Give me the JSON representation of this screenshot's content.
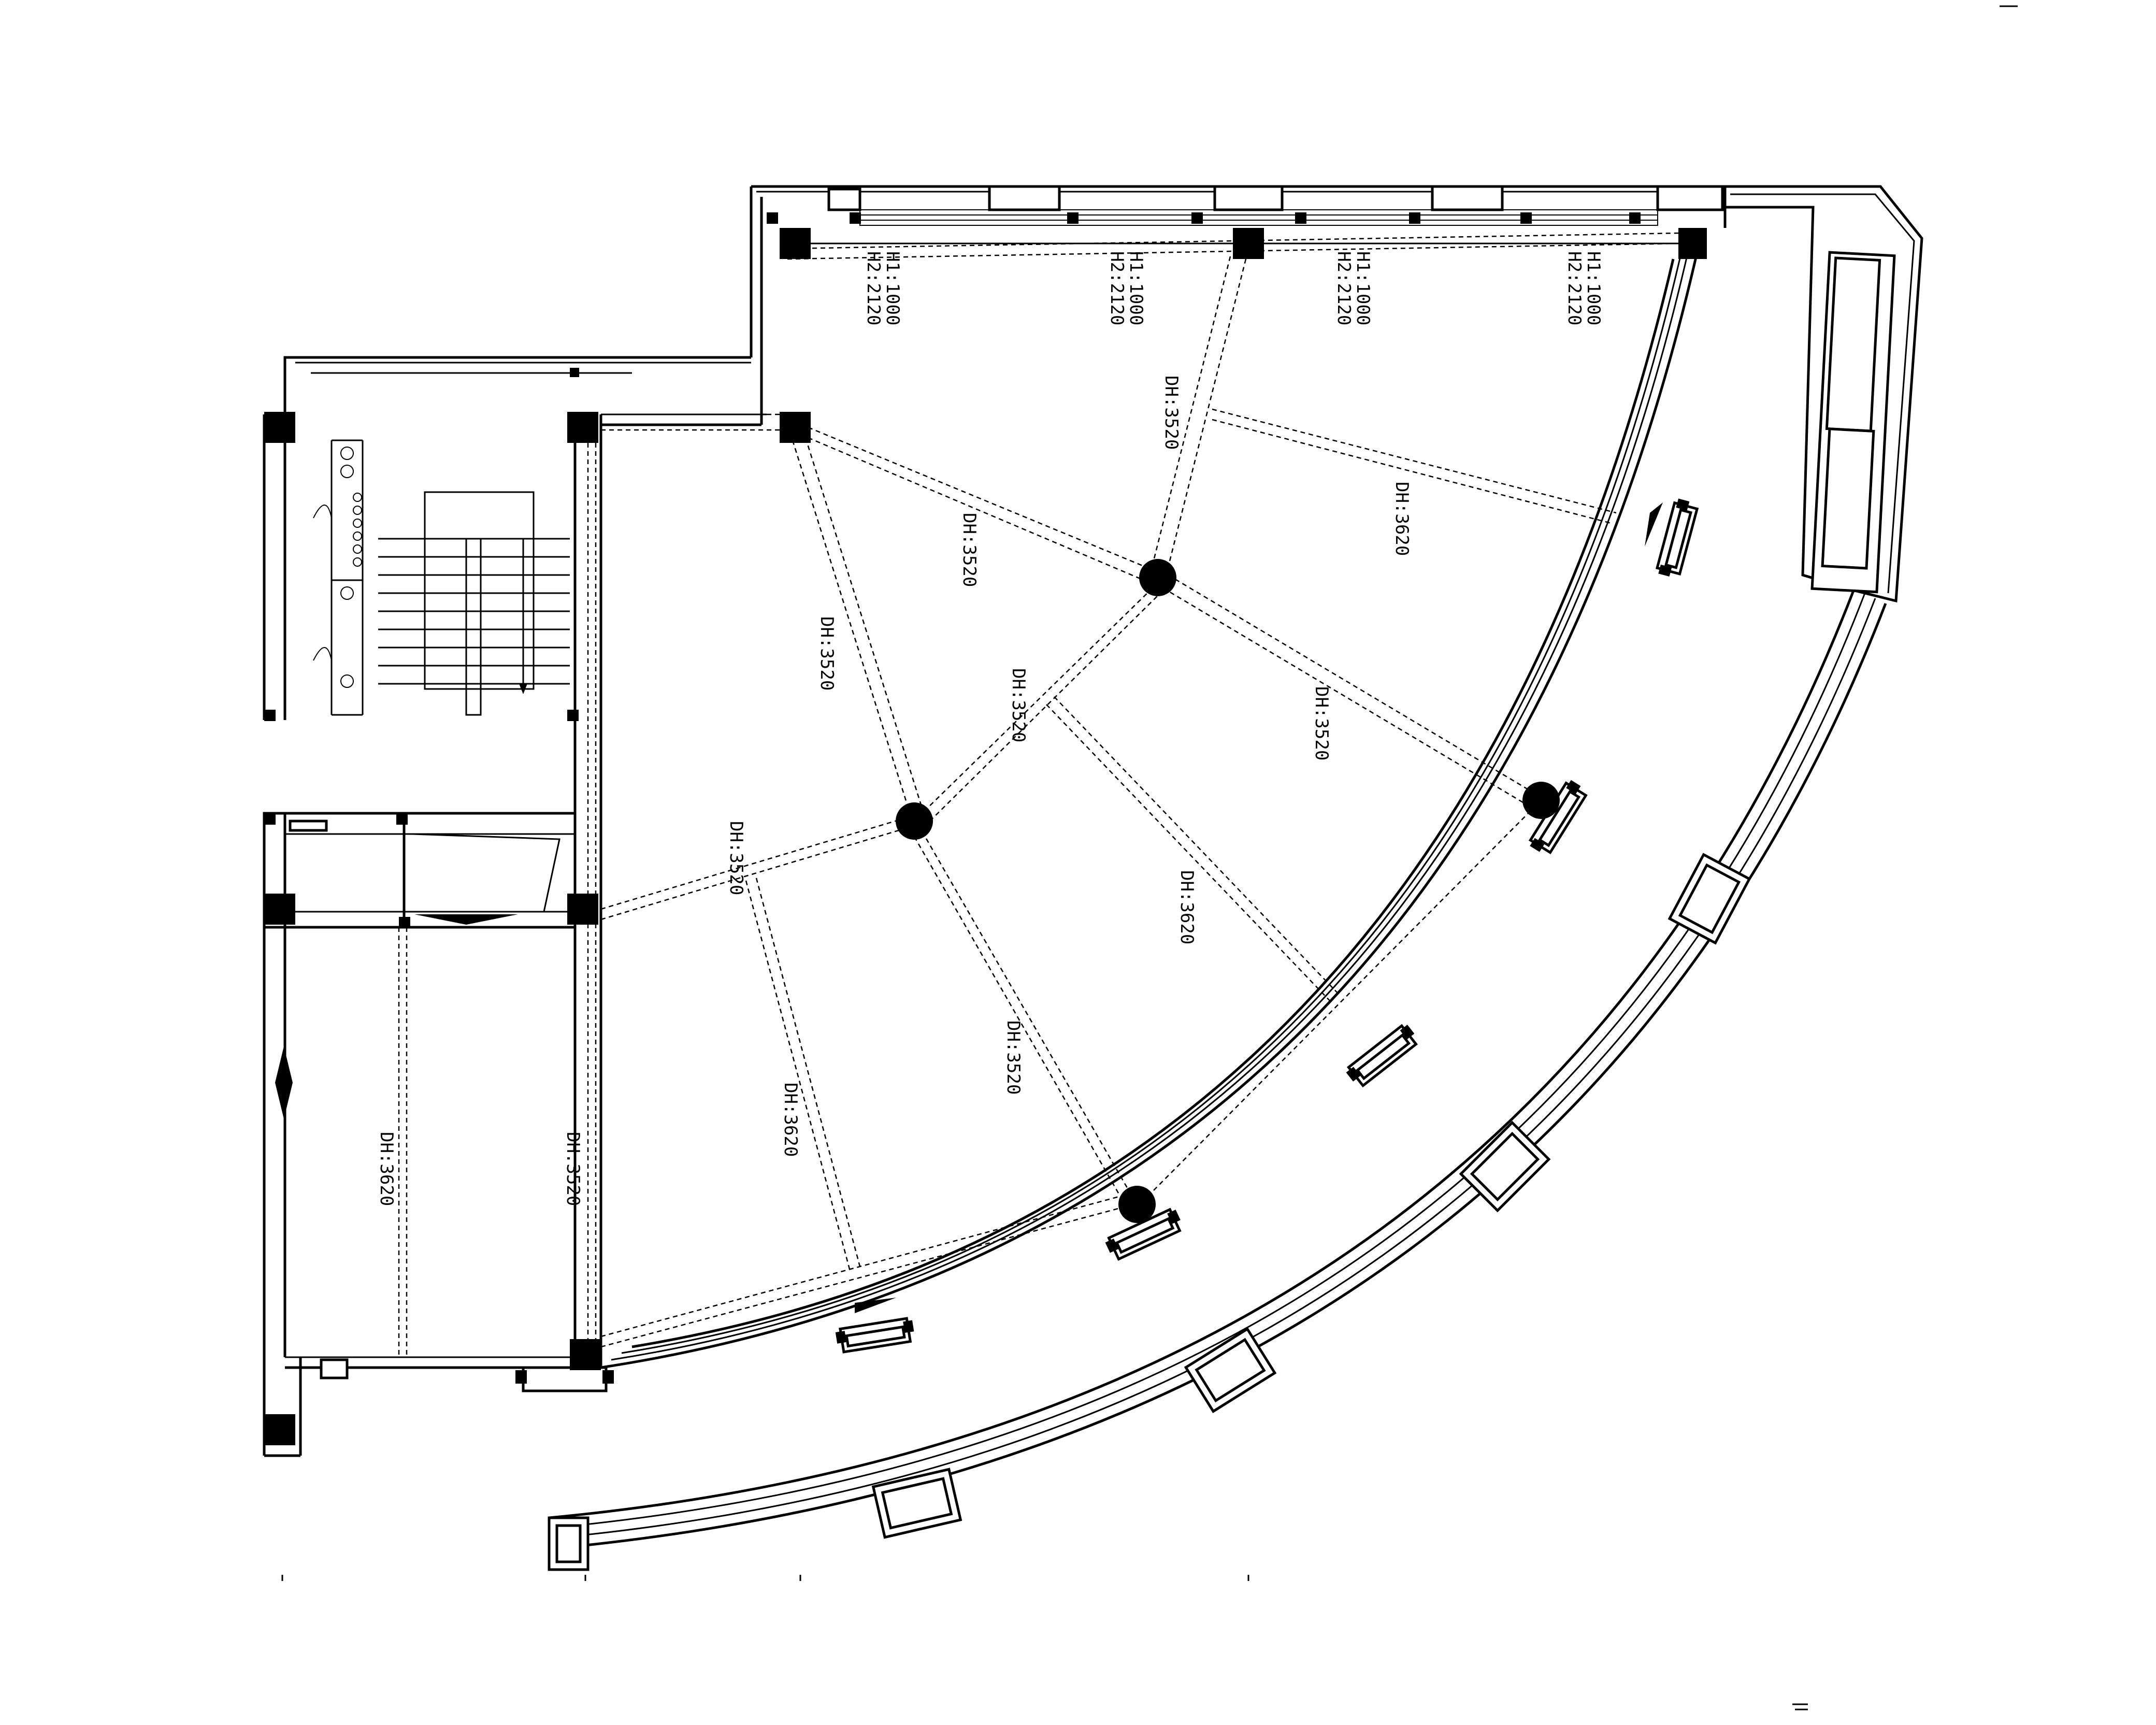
{
  "plan": {
    "window_labels": [
      {
        "h1": "H1:1000",
        "h2": "H2:2120"
      },
      {
        "h1": "H1:1000",
        "h2": "H2:2120"
      },
      {
        "h1": "H1:1000",
        "h2": "H2:2120"
      },
      {
        "h1": "H1:1000",
        "h2": "H2:2120"
      }
    ],
    "beam_labels": [
      "DH:3520",
      "DH:3620",
      "DH:3520",
      "DH:3520",
      "DH:3520",
      "DH:3520",
      "DH:3520",
      "DH:3620",
      "DH:3520",
      "DH:3620",
      "DH:3620",
      "DH:3520"
    ]
  }
}
